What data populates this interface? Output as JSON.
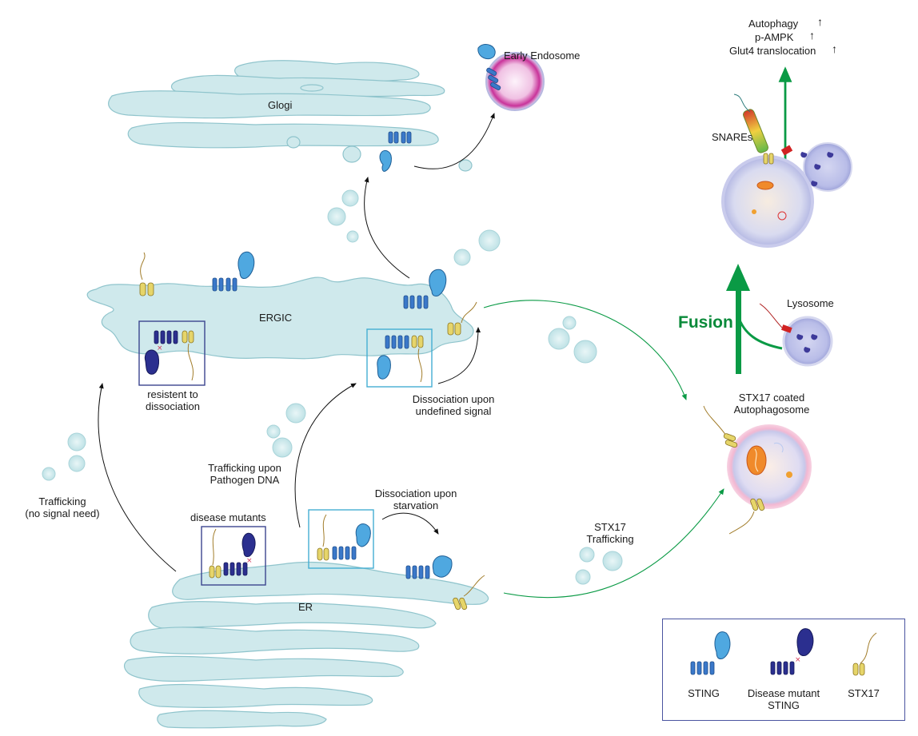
{
  "colors": {
    "organelle_fill": "#cfe9ec",
    "organelle_stroke": "#8fc4cc",
    "sting_blue": "#3a78c9",
    "mutant_navy": "#2b2f8f",
    "stx17_yellow": "#e6d56a",
    "stx17_tail": "#a27d2b",
    "arrow_green": "#0a9a45",
    "lysosome": "#b9bde8",
    "endosome_pink": "#c9339a",
    "autophagosome_pink": "#f3b8d2",
    "box_navy": "#3b448f",
    "box_cyan": "#44aed2"
  },
  "labels": {
    "glogi": "Glogi",
    "early_endosome": "Early Endosome",
    "autophagy": "Autophagy",
    "p_ampk": "p-AMPK",
    "glut4": "Glut4 translocation",
    "up_arrow": "↑",
    "snares": "SNAREs",
    "ergic": "ERGIC",
    "resistant_line1": "resistent to",
    "resistant_line2": "dissociation",
    "undefined_line1": "Dissociation upon",
    "undefined_line2": "undefined signal",
    "fusion": "Fusion",
    "lysosome": "Lysosome",
    "stx17_coated_line1": "STX17 coated",
    "stx17_coated_line2": "Autophagosome",
    "pathogen_line1": "Trafficking upon",
    "pathogen_line2": "Pathogen DNA",
    "trafficking_line1": "Trafficking",
    "trafficking_line2": "(no signal need)",
    "disease_mutants": "disease mutants",
    "starvation_line1": "Dissociation upon",
    "starvation_line2": "starvation",
    "stx17_traffic_line1": "STX17",
    "stx17_traffic_line2": "Trafficking",
    "er": "ER"
  },
  "legend": {
    "sting": "STING",
    "mutant_line1": "Disease mutant",
    "mutant_line2": "STING",
    "stx17": "STX17"
  }
}
